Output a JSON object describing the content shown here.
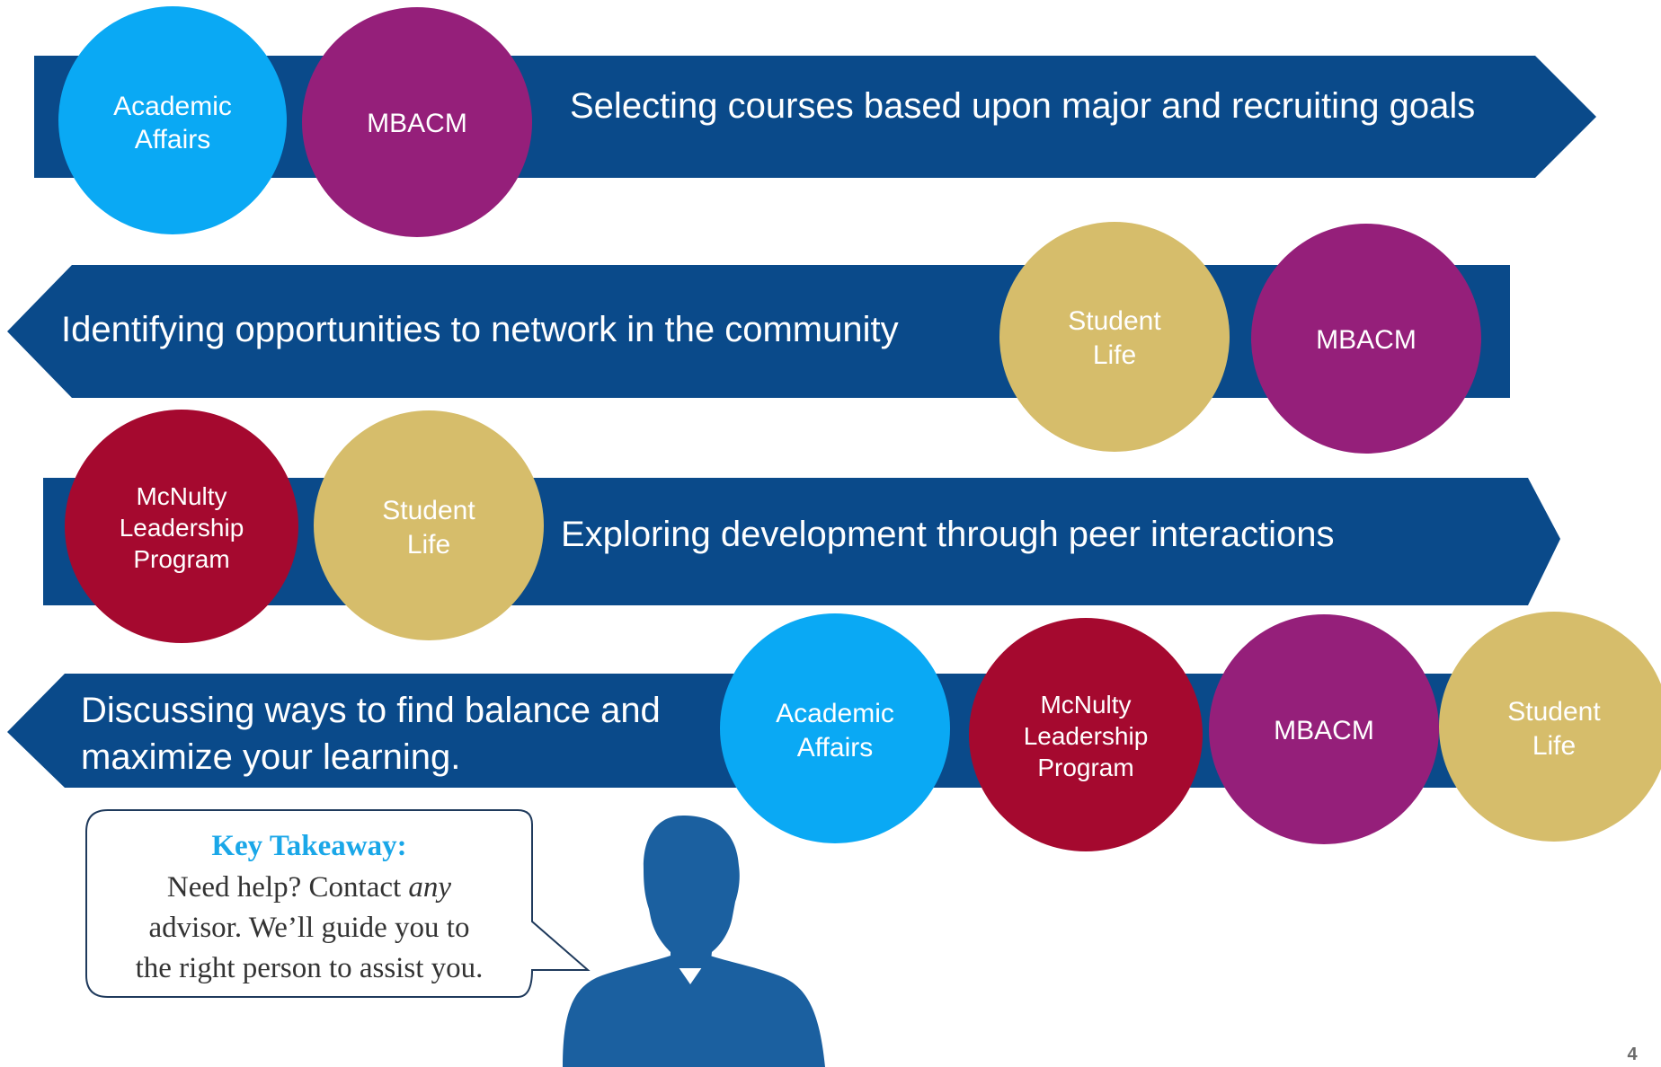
{
  "colors": {
    "arrow_navy": "#0a4a8a",
    "academic_affairs": "#0aa9f4",
    "mbacm": "#951f7a",
    "student_life": "#d6bd6b",
    "mcnulty": "#a5092f",
    "silhouette": "#1b60a0",
    "key_takeaway_title": "#1aa7e8"
  },
  "rows": [
    {
      "text": "Selecting courses based upon major and recruiting goals",
      "circles": [
        {
          "org": "Academic Affairs",
          "lines": [
            "Academic",
            "Affairs"
          ]
        },
        {
          "org": "MBACM",
          "lines": [
            "MBACM"
          ]
        }
      ]
    },
    {
      "text": "Identifying opportunities to network in the community",
      "circles": [
        {
          "org": "Student Life",
          "lines": [
            "Student",
            "Life"
          ]
        },
        {
          "org": "MBACM",
          "lines": [
            "MBACM"
          ]
        }
      ]
    },
    {
      "text": "Exploring development through peer interactions",
      "circles": [
        {
          "org": "McNulty Leadership Program",
          "lines": [
            "McNulty",
            "Leadership",
            "Program"
          ]
        },
        {
          "org": "Student Life",
          "lines": [
            "Student",
            "Life"
          ]
        }
      ]
    },
    {
      "text_lines": [
        "Discussing ways to find balance and",
        "maximize your learning."
      ],
      "circles": [
        {
          "org": "Academic Affairs",
          "lines": [
            "Academic",
            "Affairs"
          ]
        },
        {
          "org": "McNulty Leadership Program",
          "lines": [
            "McNulty",
            "Leadership",
            "Program"
          ]
        },
        {
          "org": "MBACM",
          "lines": [
            "MBACM"
          ]
        },
        {
          "org": "Student Life",
          "lines": [
            "Student",
            "Life"
          ]
        }
      ]
    }
  ],
  "key_takeaway": {
    "title": "Key Takeaway:",
    "line1_prefix": "Need help? Contact ",
    "line1_emphasis": "any",
    "line2": "advisor.  We’ll guide you to",
    "line3": "the right person to assist you."
  },
  "page_number": "4"
}
